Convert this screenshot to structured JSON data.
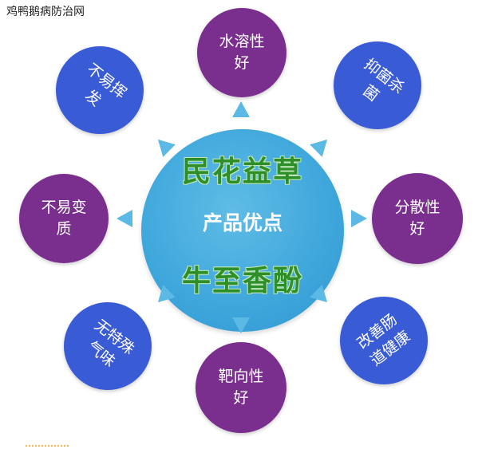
{
  "watermark": "鸡鸭鹅病防治网",
  "center": {
    "title": "产品优点",
    "brush_top": "民花益草",
    "brush_bottom": "牛至香酚"
  },
  "nodes": {
    "top": "水溶性好",
    "top_right": "抑菌杀菌",
    "right": "分散性好",
    "bottom_right": "改善肠道健康",
    "bottom": "靶向性好",
    "bottom_left": "无特殊气味",
    "left": "不易变质",
    "top_left": "不易挥发"
  },
  "colors": {
    "center": "#3ea6db",
    "purple_node": "#7a2e8e",
    "blue_node": "#3a5bd6",
    "arrow": "#5cb8e4",
    "brush_text": "#2e8f2a"
  }
}
